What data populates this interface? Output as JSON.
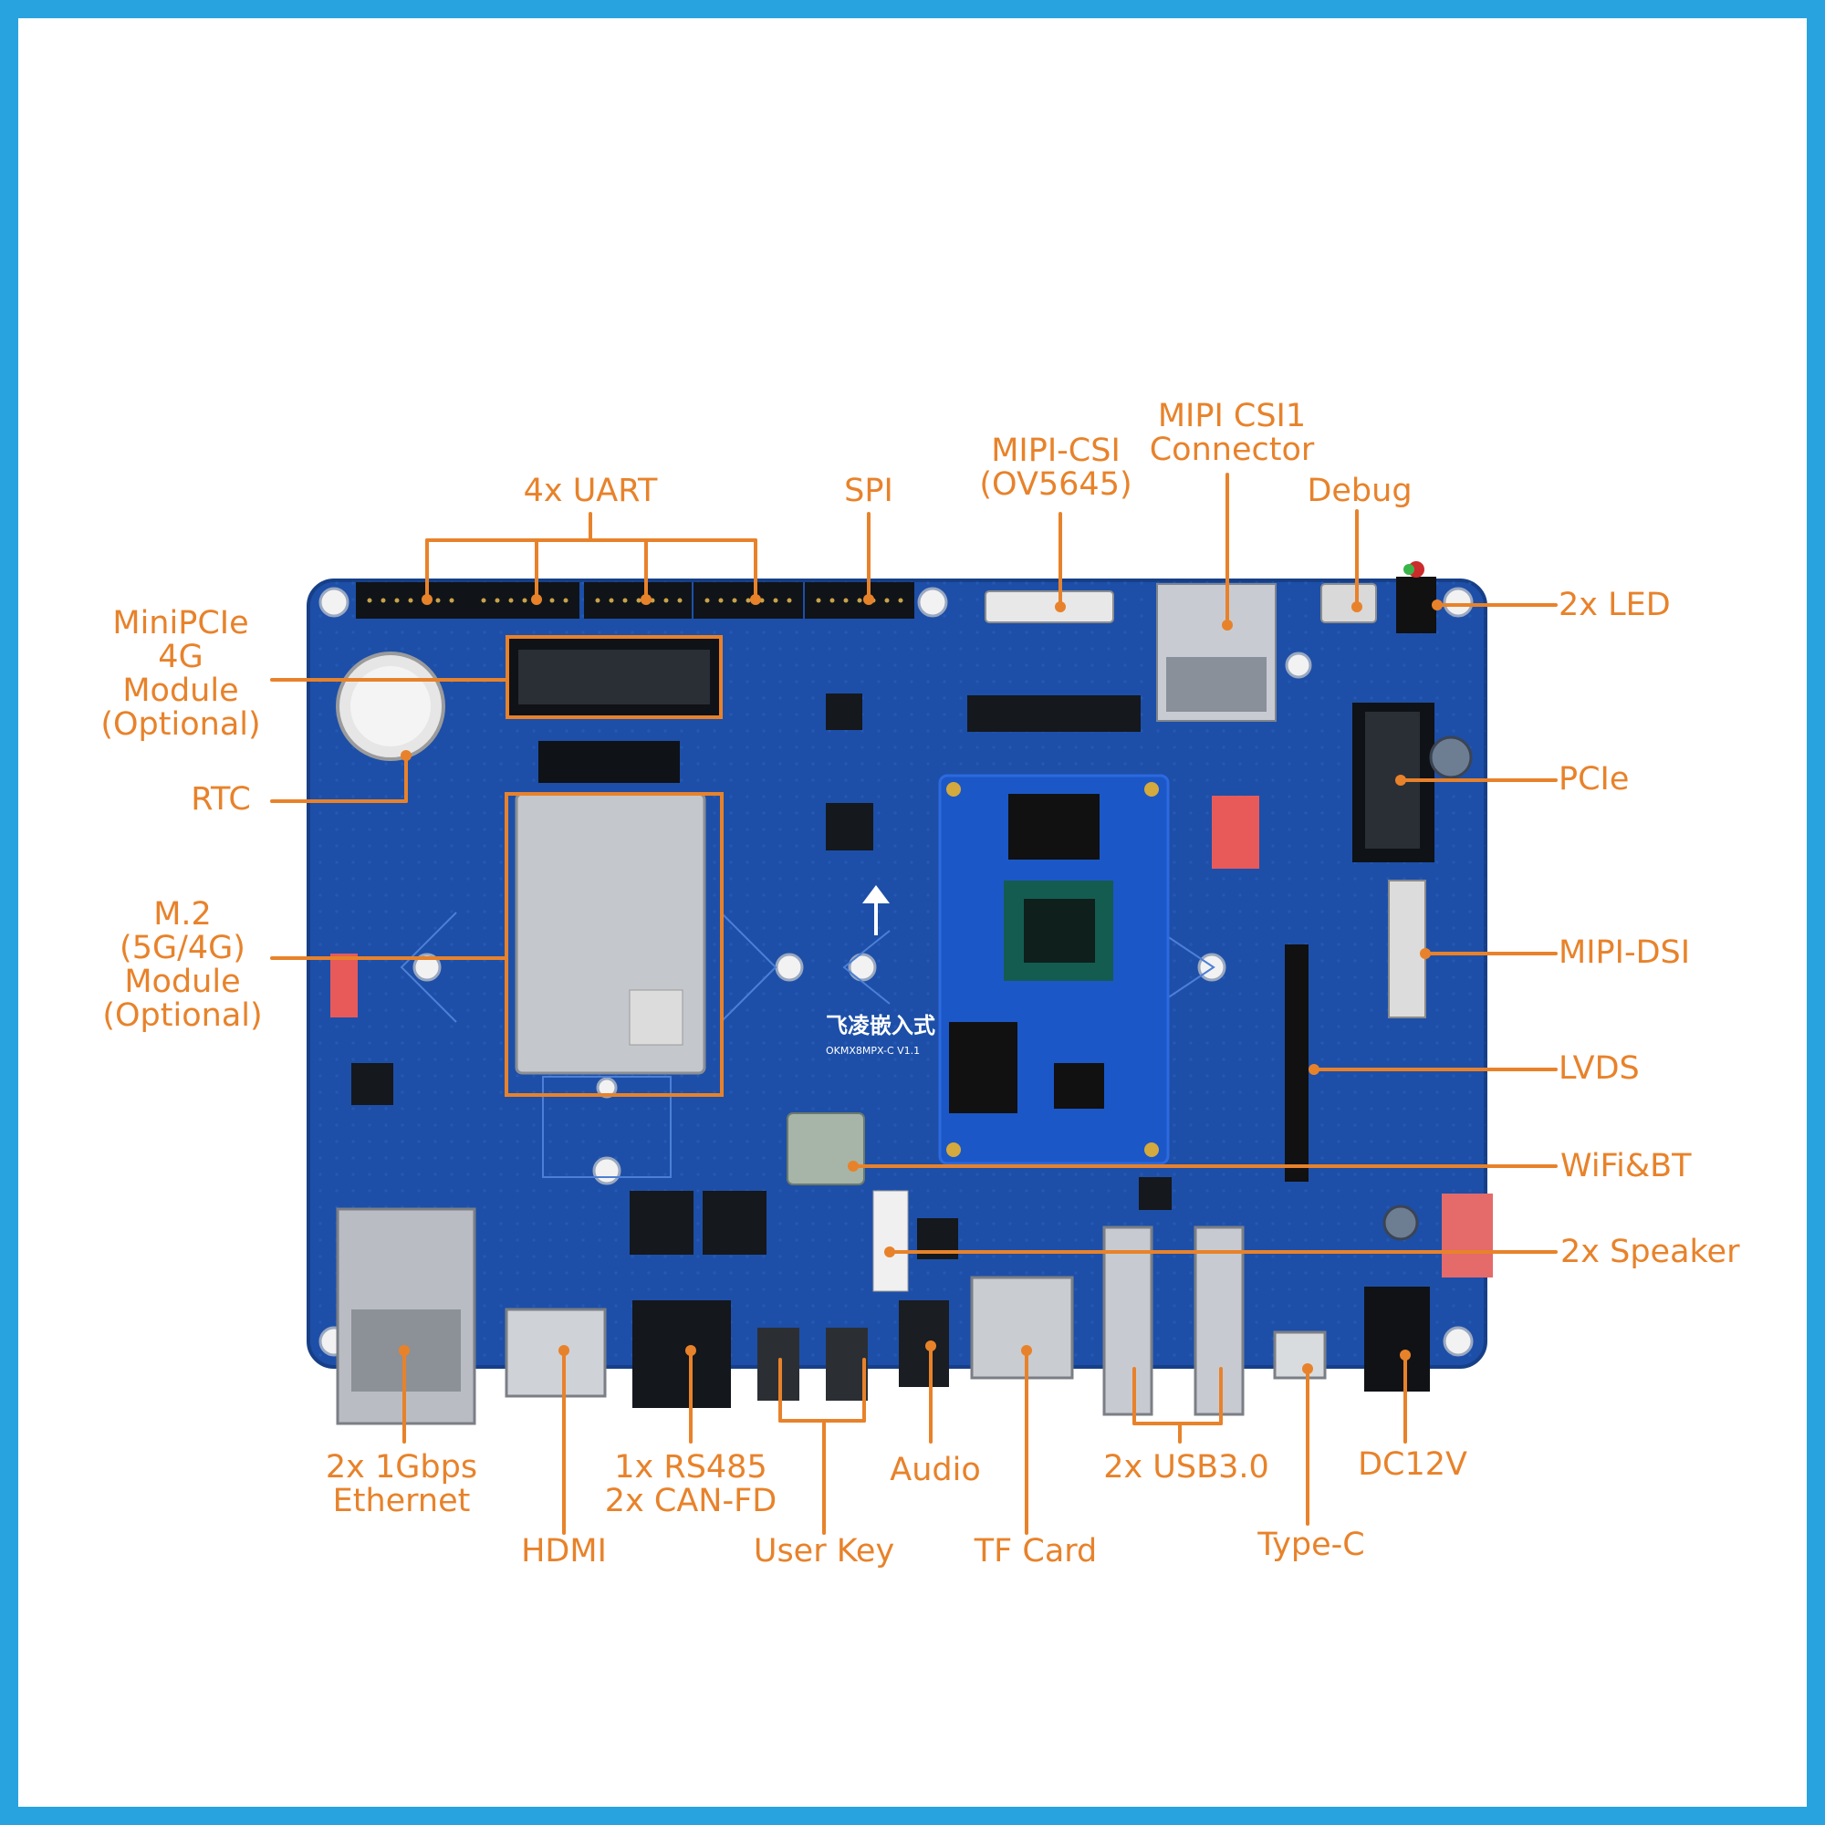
{
  "colors": {
    "frame": "#29a3e0",
    "board": "#1d4fa8",
    "callout": "#e8822a",
    "background": "#ffffff"
  },
  "board": {
    "logo_text": "飞凌嵌入式",
    "model_text": "OKMX8MPX-C V1.1"
  },
  "labels": {
    "uart": "4x UART",
    "spi": "SPI",
    "mipi_csi": "MIPI-CSI\n(OV5645)",
    "mipi_csi1": "MIPI CSI1\nConnector",
    "debug": "Debug",
    "led": "2x LED",
    "minipcie": "MiniPCIe\n4G\nModule\n(Optional)",
    "rtc": "RTC",
    "pcie": "PCIe",
    "m2": "M.2\n(5G/4G)\nModule\n(Optional)",
    "mipi_dsi": "MIPI-DSI",
    "lvds": "LVDS",
    "wifi_bt": "WiFi&BT",
    "speaker": "2x Speaker",
    "ethernet": "2x 1Gbps\nEthernet",
    "hdmi": "HDMI",
    "rs485_can": "1x RS485\n2x CAN-FD",
    "user_key": "User Key",
    "audio": "Audio",
    "tf_card": "TF Card",
    "usb": "2x USB3.0",
    "type_c": "Type-C",
    "dc12v": "DC12V"
  }
}
